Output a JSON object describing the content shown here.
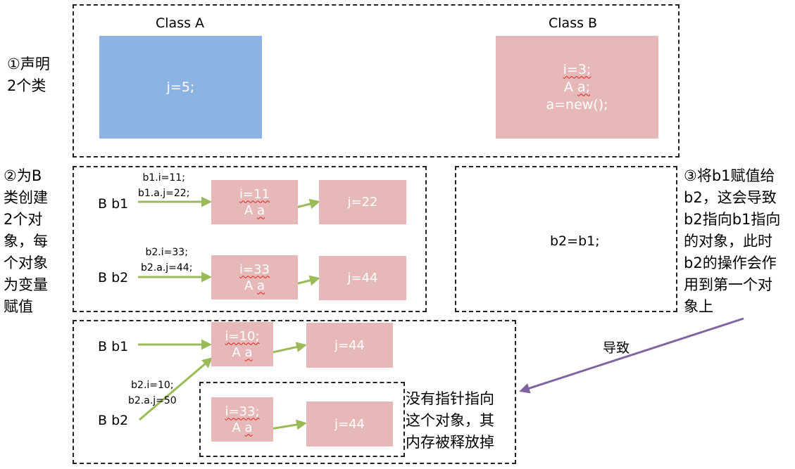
{
  "section1": {
    "note_lines": [
      "①声明",
      "2个类"
    ],
    "class_a": {
      "title": "Class A",
      "body": [
        "j=5;"
      ]
    },
    "class_b": {
      "title": "Class B",
      "body": [
        "i=3;",
        "A a;",
        "a=new();"
      ]
    }
  },
  "section2": {
    "note_lines": [
      "②为B",
      "类创建",
      "2个对",
      "象，每",
      "个对象",
      "为变量",
      "赋值"
    ],
    "b1": {
      "label": "B b1",
      "assign": [
        "b1.i=11;",
        "b1.a.j=22;"
      ],
      "obj": [
        "i=11",
        "A a"
      ],
      "a_obj": "j=22"
    },
    "b2": {
      "label": "B b2",
      "assign": [
        "b2.i=33;",
        "b2.a.j=44;"
      ],
      "obj": [
        "i=33",
        "A a"
      ],
      "a_obj": "j=44"
    }
  },
  "section3": {
    "statement": "b2=b1;",
    "note_lines": [
      "③将b1赋值给",
      "b2，这会导致",
      "b2指向b1指向",
      "的对象，此时",
      "b2的操作会作",
      "用到第一个对",
      "象上"
    ]
  },
  "section4": {
    "b1_label": "B b1",
    "b2_label": "B b2",
    "assign": [
      "b2.i=10;",
      "b2.a.j=50"
    ],
    "obj": [
      "i=10;",
      "A a"
    ],
    "a_obj": "j=44",
    "orphan_obj": [
      "i=33;",
      "A a"
    ],
    "orphan_a_obj": "j=44",
    "orphan_note_lines": [
      "没有指针指向",
      "这个对象，其",
      "内存被释放掉"
    ],
    "cause_label": "导致"
  },
  "colors": {
    "arrow_green": "#9bbb59",
    "arrow_purple": "#8064a2",
    "pink": "#e6b9b8",
    "blue": "#8db3e2"
  }
}
